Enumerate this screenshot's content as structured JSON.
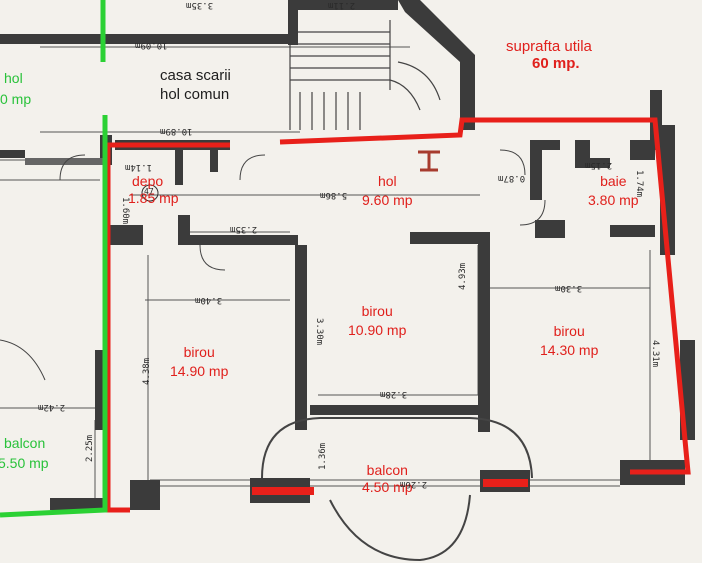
{
  "title": {
    "line1": "suprafta utila",
    "line2": "60 mp."
  },
  "common_area": {
    "line1": "casa scarii",
    "line2": "hol comun"
  },
  "rooms": {
    "depo": {
      "name": "depo",
      "area": "1.85 mp"
    },
    "hol": {
      "name": "hol",
      "area": "9.60 mp"
    },
    "baie": {
      "name": "baie",
      "area": "3.80 mp"
    },
    "birou_left": {
      "name": "birou",
      "area": "14.90 mp"
    },
    "birou_center": {
      "name": "birou",
      "area": "10.90 mp"
    },
    "birou_right": {
      "name": "birou",
      "area": "14.30 mp"
    },
    "balcon": {
      "name": "balcon",
      "area": "4.50 mp"
    }
  },
  "neighbor": {
    "hol_name": "hol",
    "hol_area": "0 mp",
    "balcon_name": "balcon",
    "balcon_area": "5.50 mp"
  },
  "dimensions": {
    "d1": "3.35m",
    "d2": "2.11m",
    "d3": "10.09m",
    "d4": "10.89m",
    "d5": "1.14m",
    "d6": "5.86m",
    "d7": "0.87m",
    "d8": "2.15m",
    "d9": "1.60m",
    "d10": "1.74m",
    "d11": "2.35m",
    "d12": "3.40m",
    "d13": "3.30m",
    "d14": "4.93m",
    "d15": "3.30m",
    "d16": "4.38m",
    "d17": "3.28m",
    "d18": "4.31m",
    "d19": "2.42m",
    "d20": "2.25m",
    "d21": "1.36m",
    "d22": "2.26m",
    "d23": "47"
  },
  "colors": {
    "wall": "#3b3b3b",
    "outline_red": "#e8201a",
    "outline_green": "#2bd134",
    "paper": "#f3f1ec"
  }
}
